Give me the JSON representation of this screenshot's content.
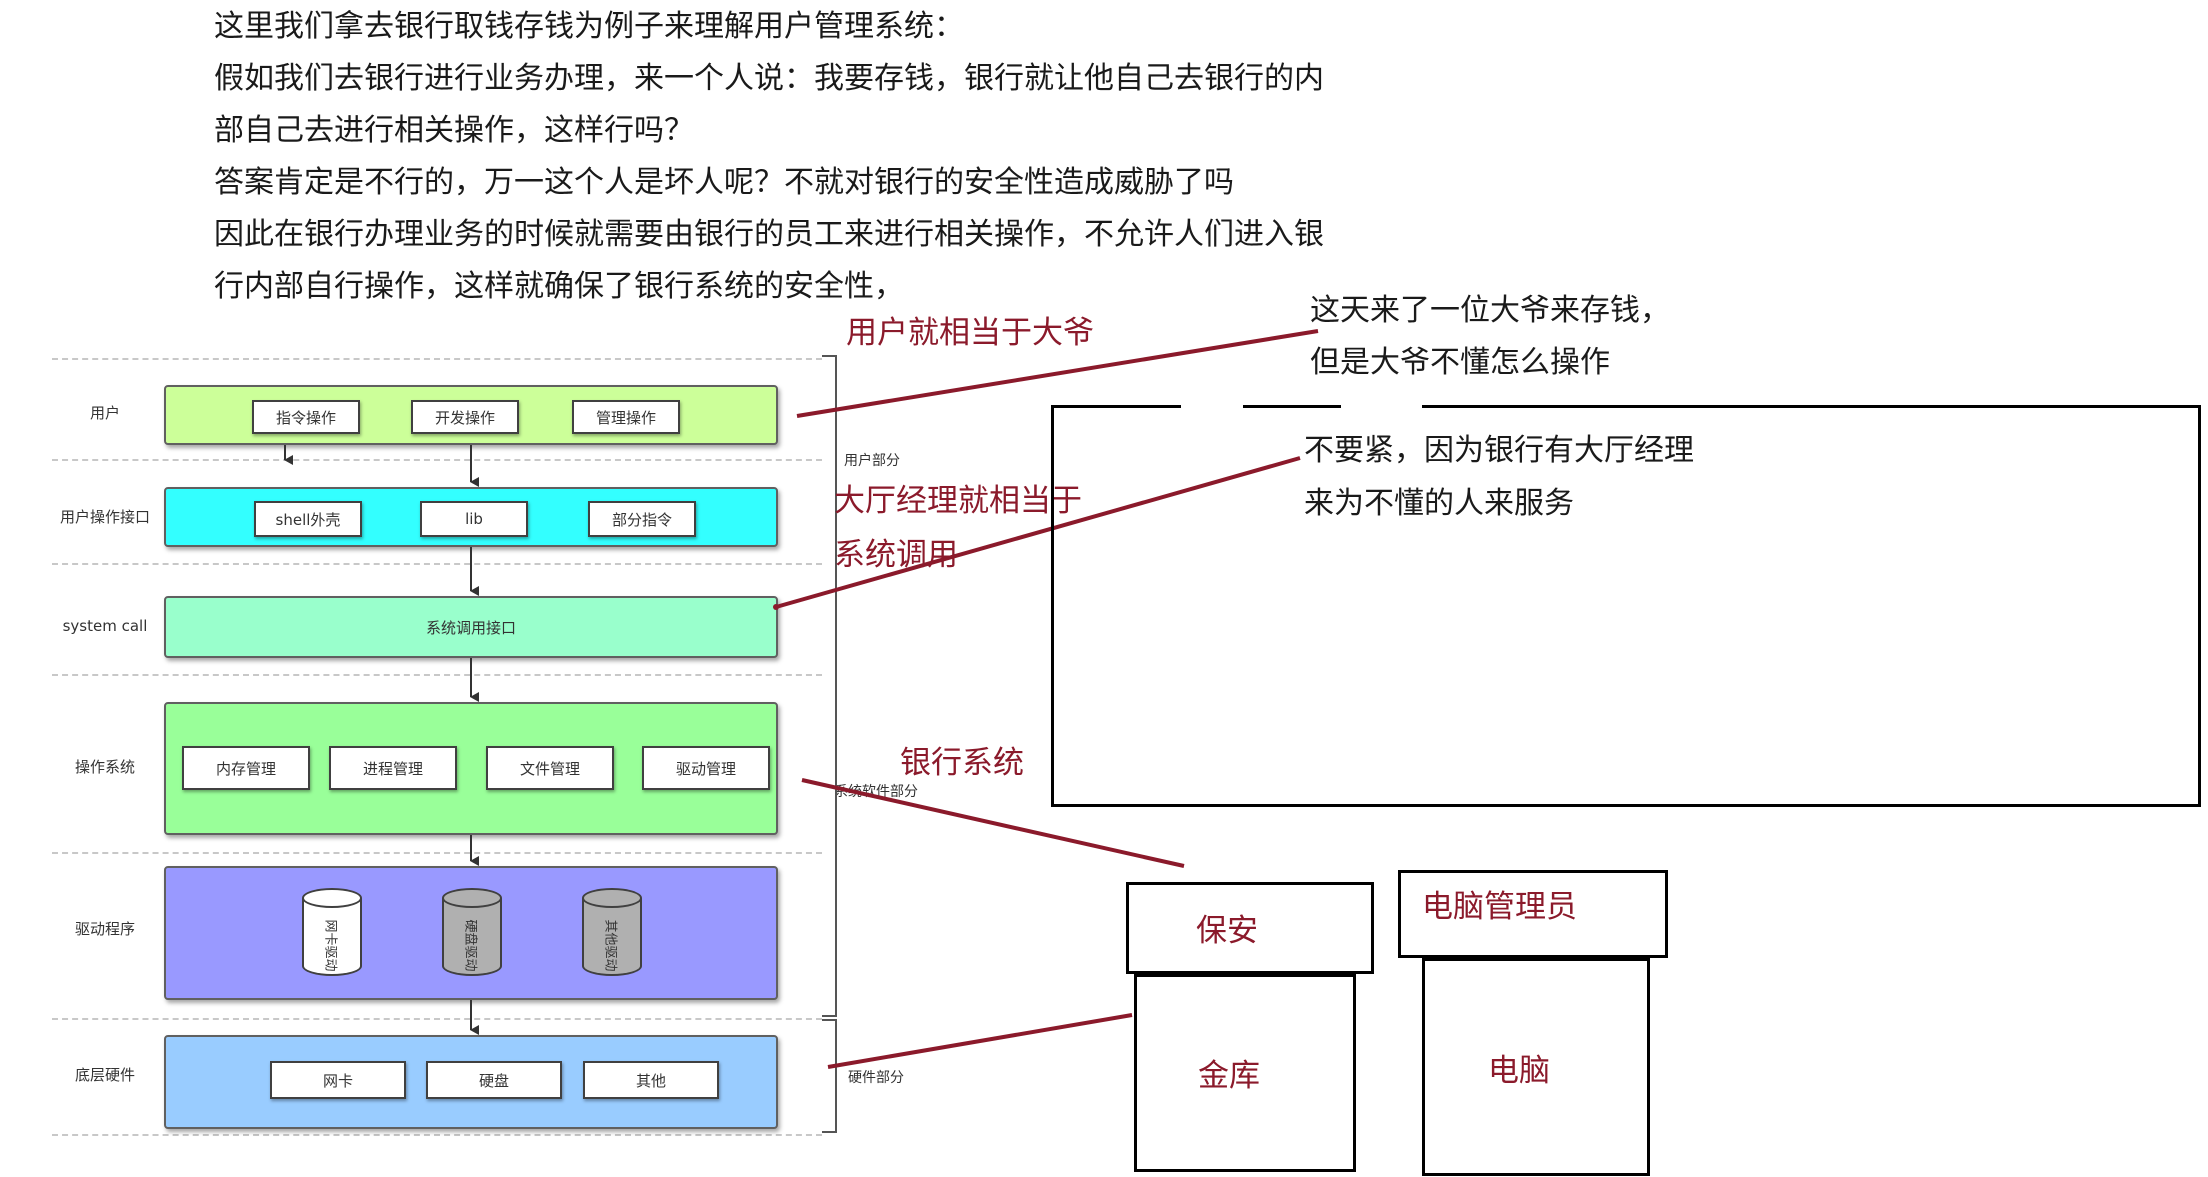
{
  "intro": {
    "line1": "这里我们拿去银行取钱存钱为例子来理解用户管理系统：",
    "line2": "假如我们去银行进行业务办理，来一个人说：我要存钱，银行就让他自己去银行的内",
    "line3": "部自己去进行相关操作，这样行吗？",
    "line4": "答案肯定是不行的，万一这个人是坏人呢？不就对银行的安全性造成威胁了吗",
    "line5": "因此在银行办理业务的时候就需要由银行的员工来进行相关操作，不允许人们进入银",
    "line6": "行内部自行操作，这样就确保了银行系统的安全性，"
  },
  "annotations": {
    "user_equals_uncle": "用户就相当于大爷",
    "lobby_manager_line1": "大厅经理就相当于",
    "lobby_manager_line2": "系统调用",
    "bank_system": "银行系统",
    "uncle_came_line1": "这天来了一位大爷来存钱，",
    "uncle_came_line2": "但是大爷不懂怎么操作",
    "no_worry_line1": "不要紧，因为银行有大厅经理",
    "no_worry_line2": "来为不懂的人来服务"
  },
  "diagram": {
    "layers": [
      {
        "label": "用户",
        "color": "#ccff99",
        "items": [
          "指令操作",
          "开发操作",
          "管理操作"
        ]
      },
      {
        "label": "用户操作接口",
        "color": "#33ffff",
        "items": [
          "shell外壳",
          "lib",
          "部分指令"
        ]
      },
      {
        "label": "system call",
        "color": "#99ffcc",
        "items": [
          "系统调用接口"
        ]
      },
      {
        "label": "操作系统",
        "color": "#99ff99",
        "items": [
          "内存管理",
          "进程管理",
          "文件管理",
          "驱动管理"
        ]
      },
      {
        "label": "驱动程序",
        "color": "#9999ff",
        "items": [
          "网卡驱动",
          "硬盘驱动",
          "其他驱动"
        ]
      },
      {
        "label": "底层硬件",
        "color": "#99ccff",
        "items": [
          "网卡",
          "硬盘",
          "其他"
        ]
      }
    ],
    "side_labels": {
      "user_part": "用户部分",
      "system_software_part": "系统软件部分",
      "hardware_part": "硬件部分"
    }
  },
  "bank": {
    "guard": "保安",
    "computer_admin": "电脑管理员",
    "vault": "金库",
    "computer": "电脑"
  },
  "colors": {
    "annotation": "#8b1a2b",
    "connector": "#8b1a2b",
    "driver_cyl_white": "#ffffff",
    "driver_cyl_gray": "#b0b0b0"
  }
}
